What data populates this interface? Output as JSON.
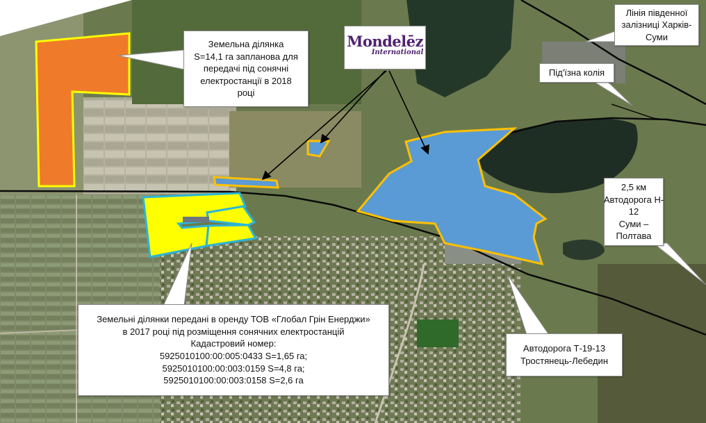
{
  "brand_logo": {
    "name": "Mondelēz",
    "subtitle": "International",
    "color": "#4f2170"
  },
  "callouts": {
    "plot_2018": [
      "Земельна ділянка",
      "S=14,1 га запланова  для",
      "передачі під сонячні",
      "електростанції в 2018",
      "році"
    ],
    "railway_south": [
      "Лінія південної",
      "залізниці Харків-",
      "Суми"
    ],
    "siding": [
      "Під'їзна колія"
    ],
    "road_h12": [
      "2,5 км",
      "Автодорога Н-",
      "12",
      "Суми –",
      "Полтава"
    ],
    "leased_plots": [
      "Земельні ділянки передані в оренду ТОВ «Глобал Грін Енерджи»",
      "в 2017 році  під розміщення сонячних електростанцій",
      "Кадастровий номер:",
      "5925010100:00:005:0433   S=1,65 га;",
      "5925010100:00:003:0159   S=4,8 га;",
      "5925010100:00:003:0158    S=2,6 га"
    ],
    "road_t1913": [
      "Автодорога Т-19-13",
      "Тростянець-Лебедин"
    ]
  },
  "colors": {
    "plot_2018_fill": "#ef7b2a",
    "plot_2018_border": "#ffff00",
    "leased_fill": "#ffff00",
    "leased_border": "#2bb5d6",
    "mondelez_fill": "#5b9bd5",
    "mondelez_border": "#ffc000",
    "rail_line": "#000000"
  }
}
